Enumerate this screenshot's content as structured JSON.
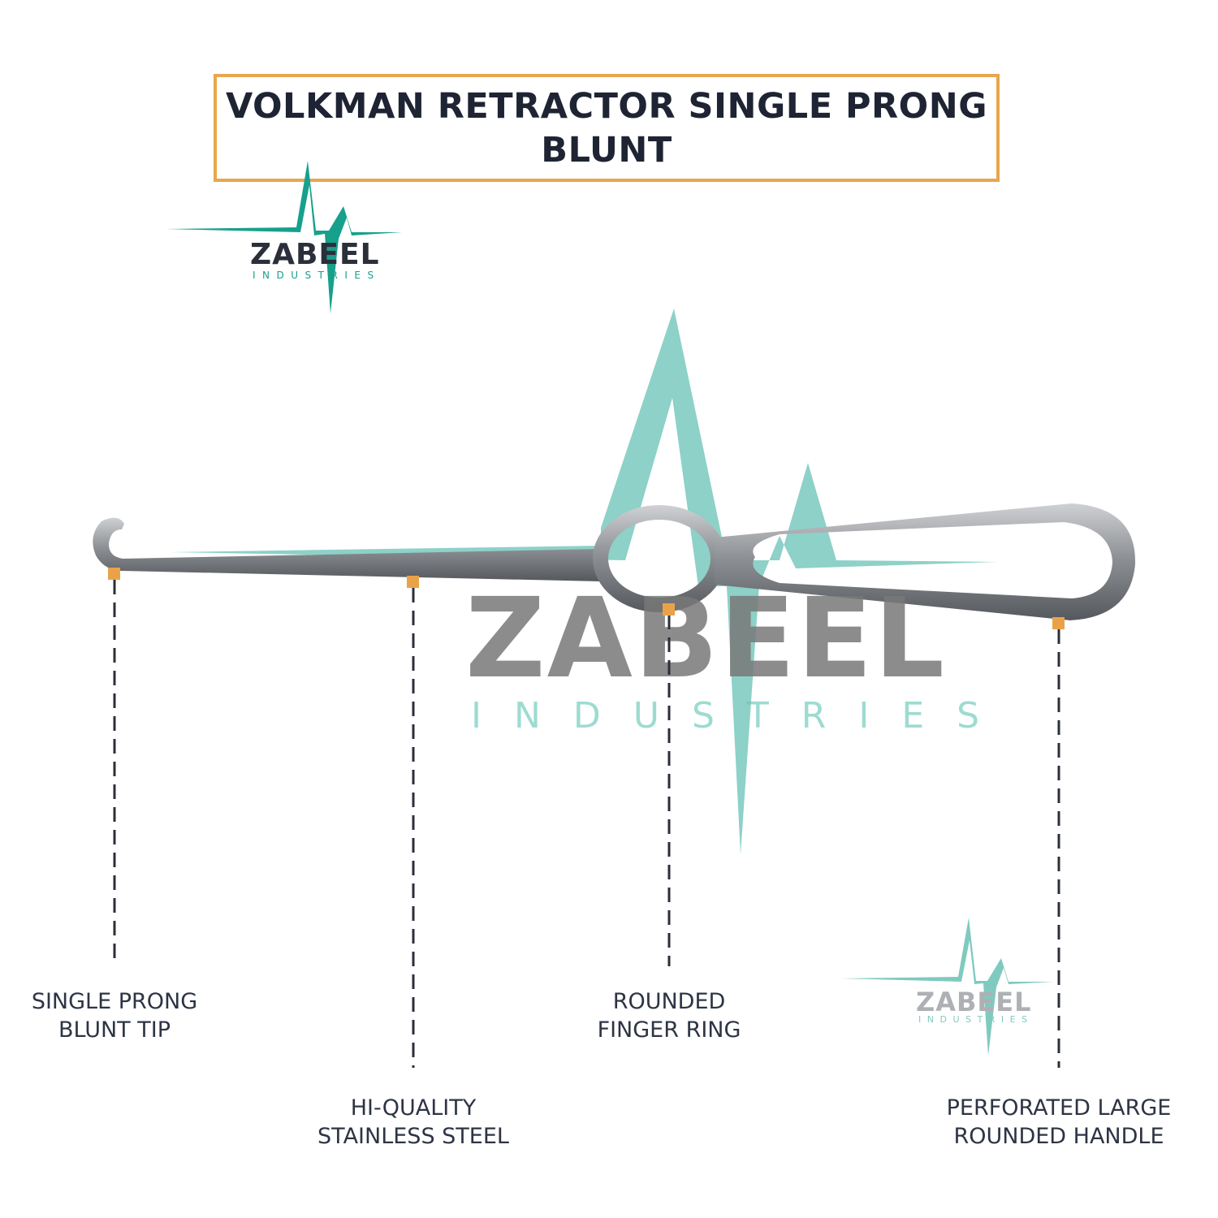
{
  "title": {
    "line1": "VOLKMAN RETRACTOR SINGLE PRONG",
    "line2": "BLUNT"
  },
  "brand": {
    "name": "ZABEEL",
    "subtitle": "INDUSTRIES",
    "accent_color": "#17a08c",
    "border_color": "#e8a64e"
  },
  "features": [
    {
      "line1": "SINGLE PRONG",
      "line2": "BLUNT TIP"
    },
    {
      "line1": "HI-QUALITY",
      "line2": "STAINLESS STEEL"
    },
    {
      "line1": "ROUNDED",
      "line2": "FINGER RING"
    },
    {
      "line1": "PERFORATED LARGE",
      "line2": "ROUNDED HANDLE"
    }
  ]
}
